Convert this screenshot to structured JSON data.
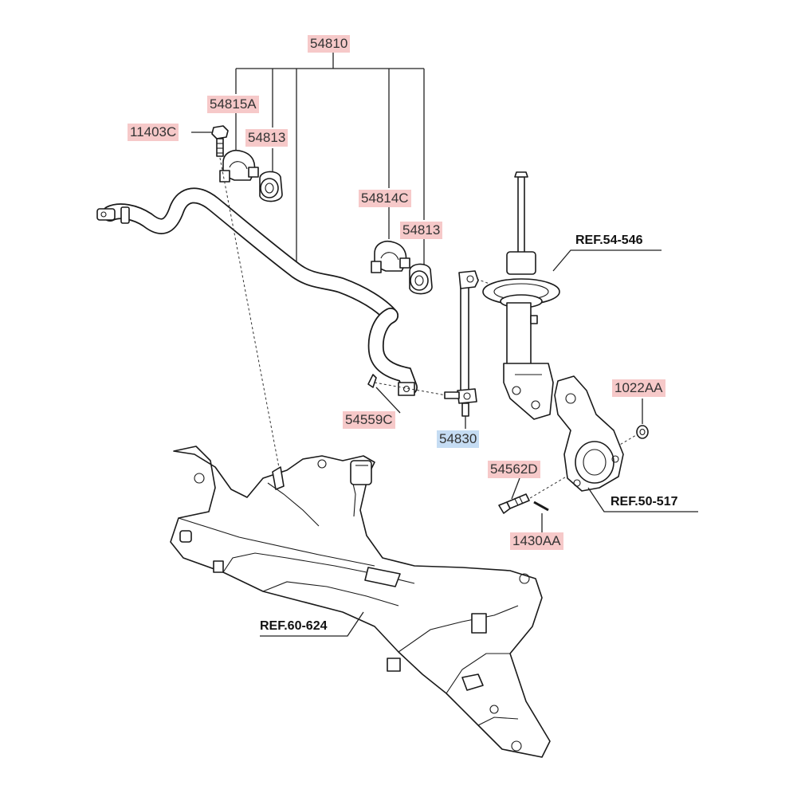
{
  "labels": {
    "p54810": "54810",
    "p54815A": "54815A",
    "p11403C": "11403C",
    "p54813_upper": "54813",
    "p54814C": "54814C",
    "p54813_lower": "54813",
    "p54559C": "54559C",
    "p54830": "54830",
    "p1022AA": "1022AA",
    "p54562D": "54562D",
    "p1430AA": "1430AA"
  },
  "references": {
    "strut": "REF.54-546",
    "knuckle": "REF.50-517",
    "subframe": "REF.60-624"
  },
  "colors": {
    "label_highlight": "#f6c9c9",
    "selected_highlight": "#c5dcf3"
  }
}
